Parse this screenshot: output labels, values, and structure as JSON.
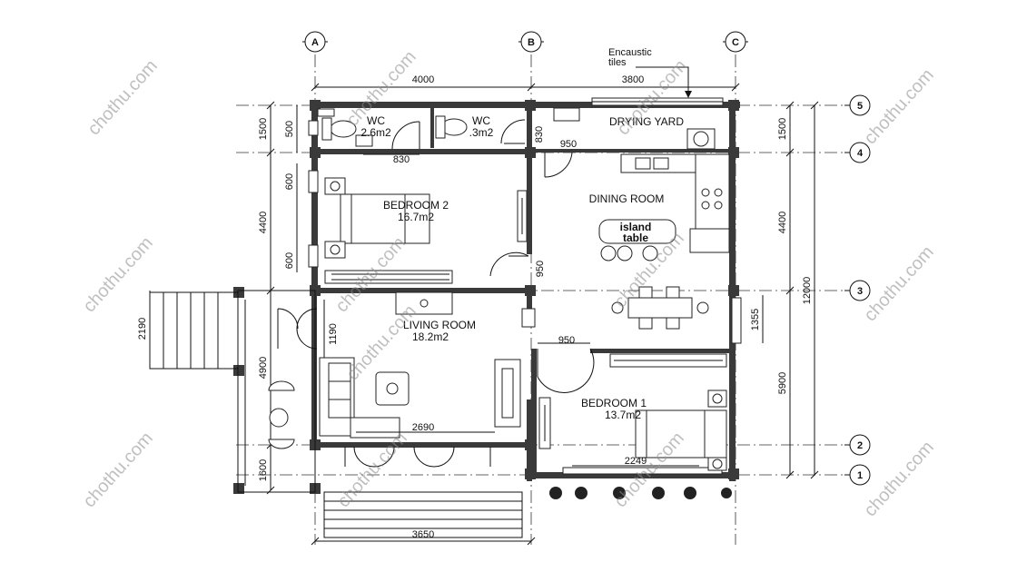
{
  "grid": {
    "columns": [
      "A",
      "B",
      "C"
    ],
    "rows": [
      "5",
      "4",
      "3",
      "2",
      "1"
    ]
  },
  "dimensions": {
    "top_ab": "4000",
    "top_bc": "3800",
    "bottom": "3650",
    "left_wc": "1500",
    "left_500": "500",
    "left_4400": "4400",
    "left_600_top": "600",
    "left_600_bottom": "600",
    "left_2190": "2190",
    "left_4900": "4900",
    "left_1190": "1190",
    "left_1600": "1600",
    "right_1500": "1500",
    "right_4400": "4400",
    "right_12000": "12000",
    "right_1355": "1355",
    "right_5900": "5900",
    "door_830_a": "830",
    "door_830_b": "830",
    "door_950_a": "950",
    "door_950_b": "950",
    "door_950_c": "950",
    "window_2690": "2690",
    "window_2249": "2249"
  },
  "annotations": {
    "encaustic": "Encaustic",
    "tiles": "tiles"
  },
  "rooms": {
    "wc1_name": "WC",
    "wc1_area": "2.6m2",
    "wc2_name": "WC",
    "wc2_area": ".3m2",
    "drying_yard": "DRYING YARD",
    "bedroom2_name": "BEDROOM 2",
    "bedroom2_area": "16.7m2",
    "dining_room": "DINING ROOM",
    "island_1": "island",
    "island_2": "table",
    "living_name": "LIVING ROOM",
    "living_area": "18.2m2",
    "bedroom1_name": "BEDROOM 1",
    "bedroom1_area": "13.7m2"
  },
  "watermarks": [
    "chothu.com",
    "chothu.com",
    "chothu.com",
    "chothu.com",
    "chothu.com",
    "chothu.com",
    "chothu.com",
    "chothu.com",
    "chothu.com",
    "chothu.com",
    "chothu.com",
    "chothu.com",
    "chothu.com"
  ]
}
